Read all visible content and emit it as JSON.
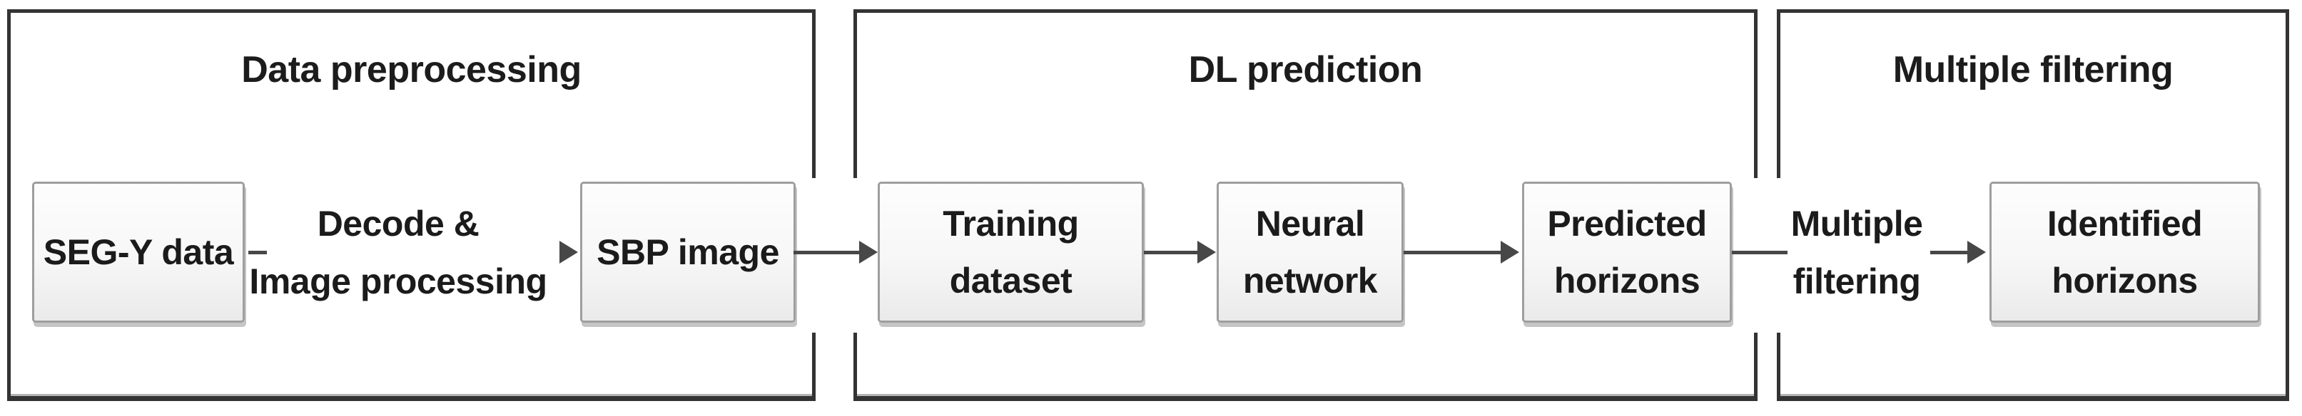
{
  "figure": {
    "type": "flowchart",
    "panels": [
      {
        "title": "Data preprocessing"
      },
      {
        "title": "DL prediction"
      },
      {
        "title": "Multiple filtering"
      }
    ],
    "nodes": {
      "segy": {
        "line1": "SEG-Y data"
      },
      "sbp": {
        "line1": "SBP image"
      },
      "training": {
        "line1": "Training",
        "line2": "dataset"
      },
      "neural": {
        "line1": "Neural",
        "line2": "network"
      },
      "predicted": {
        "line1": "Predicted",
        "line2": "horizons"
      },
      "identified": {
        "line1": "Identified",
        "line2": "horizons"
      }
    },
    "edge_labels": {
      "decode": {
        "line1": "Decode &",
        "line2": "Image processing"
      },
      "filter": {
        "line1": "Multiple",
        "line2": "filtering"
      }
    },
    "colors": {
      "panel_border": "#333333",
      "box_border": "#9e9e9e",
      "box_fill_top": "#fdfdfd",
      "box_fill_bottom": "#eaeaea",
      "arrow": "#474747",
      "text": "#1b1b1b",
      "background": "#ffffff"
    }
  }
}
